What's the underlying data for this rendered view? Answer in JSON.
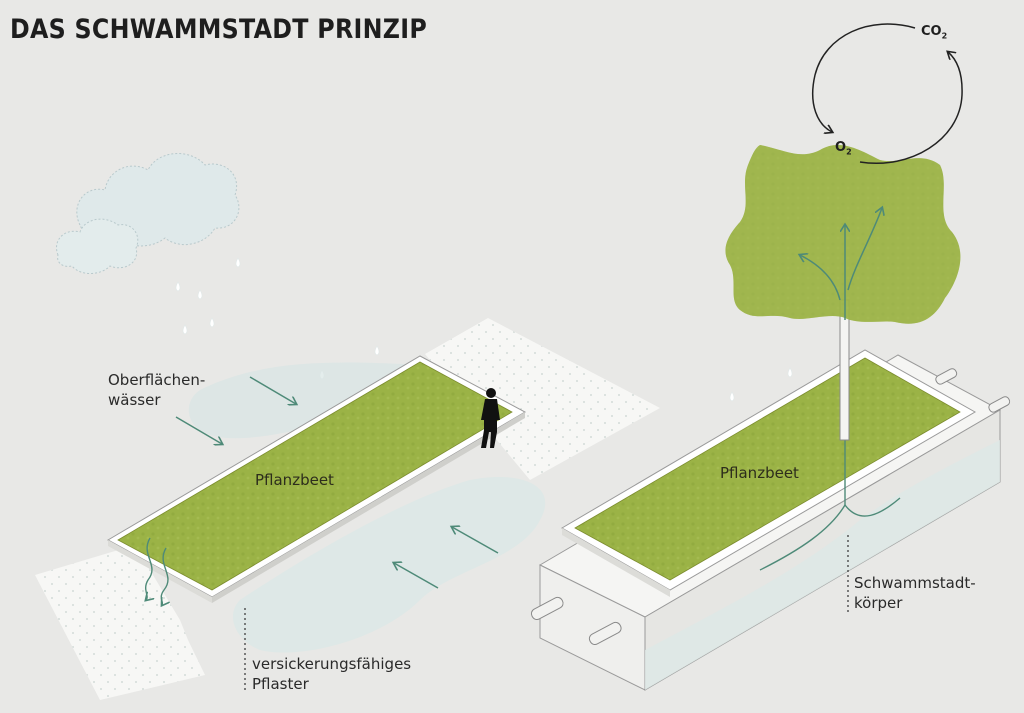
{
  "title": "DAS SCHWAMMSTADT PRINZIP",
  "labels": {
    "surface_water_line1": "Oberflächen-",
    "surface_water_line2": "wässer",
    "plant_bed_left": "Pflanzbeet",
    "plant_bed_right": "Pflanzbeet",
    "paving_line1": "versickerungsfähiges",
    "paving_line2": "Pflaster",
    "sponge_body_line1": "Schwammstadt-",
    "sponge_body_line2": "körper"
  },
  "chemistry": {
    "co2": "CO",
    "co2_sub": "2",
    "o2": "O",
    "o2_sub": "2"
  },
  "colors": {
    "background": "#e8e8e6",
    "vegetation": "#9bb346",
    "arrow": "#4e8a78",
    "water_tint": "#d6e4e2",
    "paving": "#f7f7f5"
  }
}
